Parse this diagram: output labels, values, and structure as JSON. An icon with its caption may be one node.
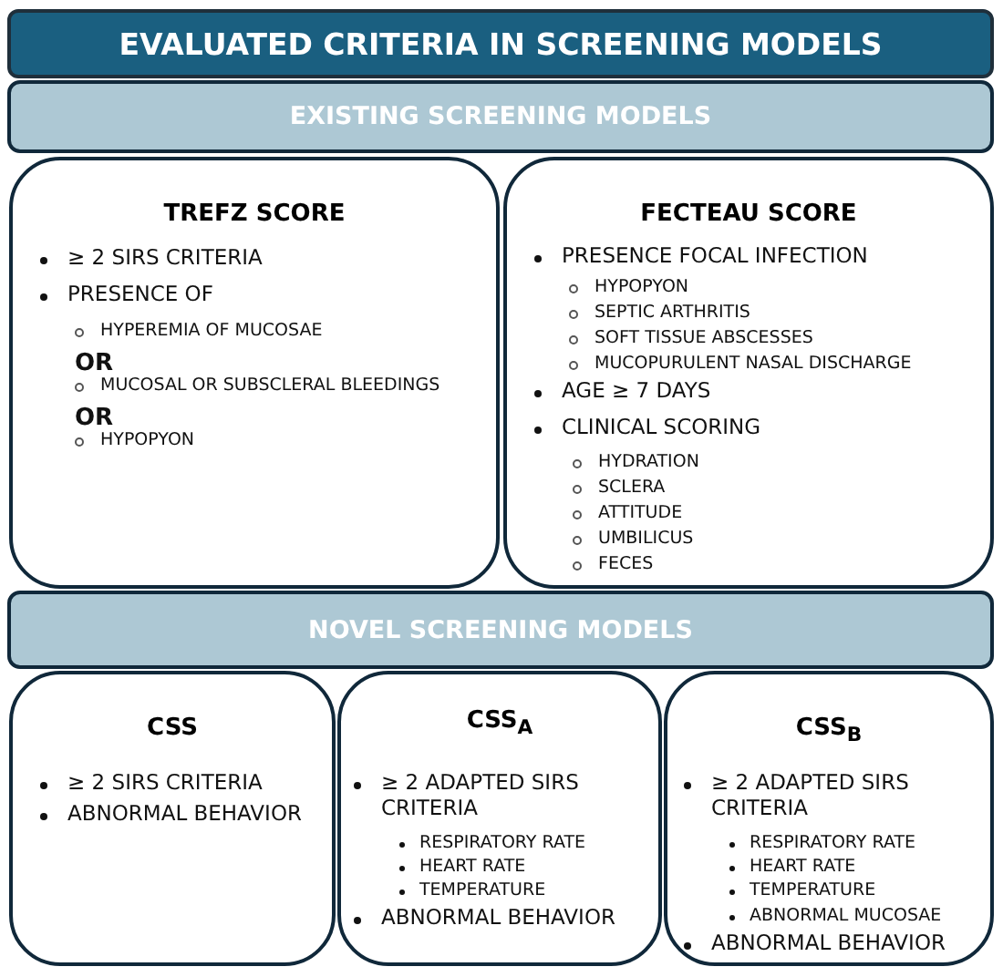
{
  "diagram": {
    "title": "EVALUATED CRITERIA IN SCREENING MODELS",
    "nodes": [
      {
        "text": [
          "EXISTING SCREENING MODELS"
        ]
      },
      {
        "text": [
          "TREFZ SCORE",
          "≥ 2 SIRS CRITERIA",
          "PRESENCE OF",
          "HYPEREMIA OF MUCOSAE",
          "OR",
          "MUCOSAL OR SUBSCLERAL BLEEDINGS",
          "OR",
          "HYPOPYON"
        ]
      },
      {
        "text": [
          "FECTEAU SCORE",
          "PRESENCE FOCAL INFECTION",
          "HYPOPYON",
          "SEPTIC ARTHRITIS",
          "SOFT TISSUE ABSCESSES",
          "MUCOPURULENT NASAL DISCHARGE",
          "AGE ≥ 7 DAYS",
          "CLINICAL SCORING",
          "HYDRATION",
          "SCLERA",
          "ATTITUDE",
          "UMBILICUS",
          "FECES"
        ]
      },
      {
        "text": [
          "NOVEL SCREENING MODELS"
        ]
      },
      {
        "text": [
          "CSS",
          "≥ 2 SIRS CRITERIA",
          "ABNORMAL BEHAVIOR"
        ]
      },
      {
        "text": [
          "CSS$_{A}$",
          "≥ 2 ADAPTED SIRS CRITERIA",
          "RESPIRATORY RATE",
          "HEART RATE",
          "TEMPERATURE",
          "ABNORMAL BEHAVIOR"
        ]
      },
      {
        "text": [
          "CSS$_{B}$",
          "≥ 2 ADAPTED SIRS CRITERIA",
          "RESPIRATORY RATE",
          "HEART RATE",
          "TEMPERATURE",
          "ABNORMAL MUCOSAE",
          "ABNORMAL BEHAVIOR"
        ]
      }
    ],
    "edges": []
  }
}
